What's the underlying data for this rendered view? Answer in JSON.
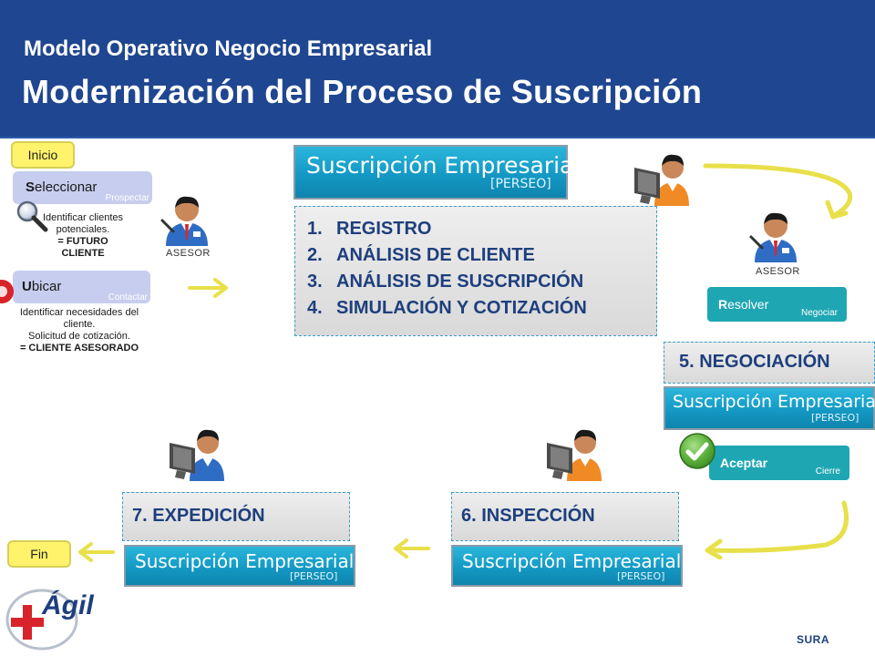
{
  "header": {
    "subtitle": "Modelo Operativo Negocio Empresarial",
    "title": "Modernización del Proceso de Suscripción"
  },
  "left": {
    "start_label": "Inicio",
    "end_label": "Fin",
    "seleccionar": {
      "first_letter": "S",
      "rest": "eleccionar",
      "sub": "Prospectar"
    },
    "seleccionar_desc": [
      "Identificar clientes",
      "potenciales.",
      "= FUTURO",
      "CLIENTE"
    ],
    "ubicar": {
      "first_letter": "U",
      "rest": "bicar",
      "sub": "Contactar"
    },
    "ubicar_desc": [
      "Identificar  necesidades del",
      "cliente.",
      "Solicitud de cotización.",
      "= CLIENTE ASESORADO"
    ],
    "asesor_label": "ASESOR"
  },
  "banner": {
    "title": "Suscripción Empresarial",
    "sub": "[PERSEO]"
  },
  "steps_main": [
    {
      "num": "1.",
      "text": "REGISTRO"
    },
    {
      "num": "2.",
      "text": "ANÁLISIS DE CLIENTE"
    },
    {
      "num": "3.",
      "text": "ANÁLISIS DE SUSCRIPCIÓN"
    },
    {
      "num": "4.",
      "text": "SIMULACIÓN Y COTIZACIÓN"
    }
  ],
  "right": {
    "asesor_label": "ASESOR",
    "resolver": {
      "first_letter": "R",
      "rest": "esolver",
      "sub": "Negociar"
    },
    "negociacion": "5. NEGOCIACIÓN",
    "aceptar": {
      "label": "Aceptar",
      "sub": "Cierre"
    }
  },
  "bottom": {
    "inspeccion": "6. INSPECCIÓN",
    "expedicion": "7. EXPEDICIÓN"
  },
  "footer": {
    "logo_text": "Ágil",
    "brand": "SURA"
  },
  "colors": {
    "header_blue": "#1f4690",
    "step_text_blue": "#1e3f7d",
    "pill_yellow": "#fff36b",
    "step_lavender": "#c6cdee",
    "teal_button": "#1fa6b3",
    "arrow_yellow": "#e8e04a",
    "logo_red": "#d8232a"
  }
}
